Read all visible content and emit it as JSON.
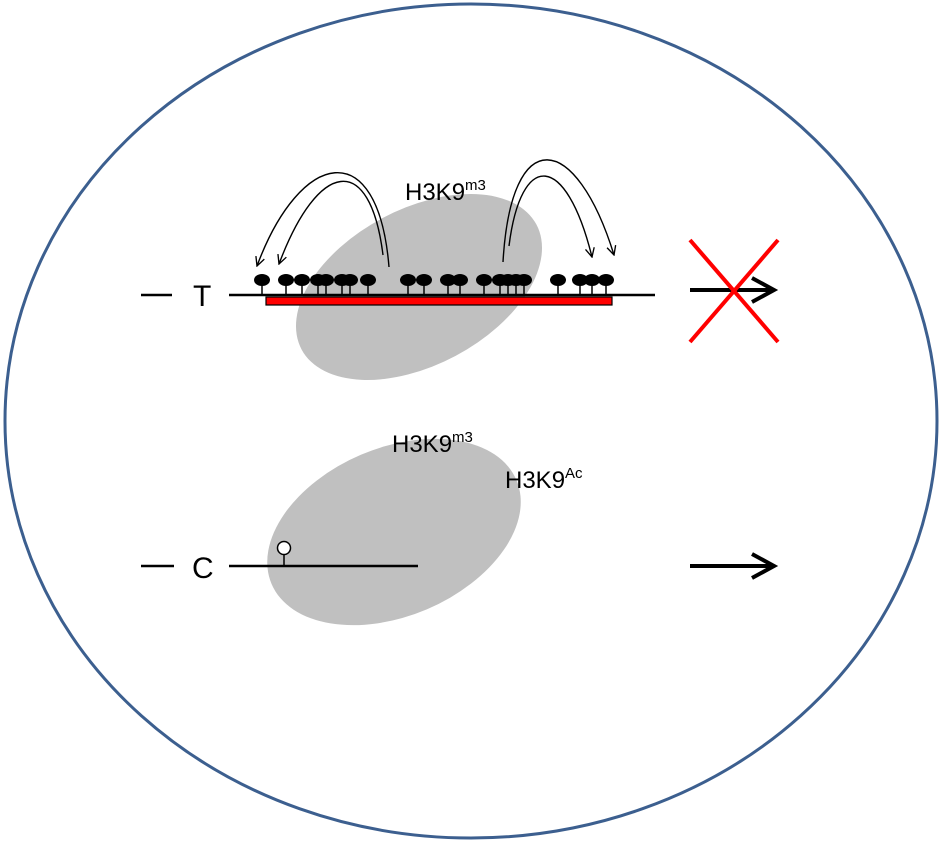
{
  "colors": {
    "cell_border": "#3c5f8f",
    "domain_fill": "#c0c0c0",
    "gene_bar": "#ff0000",
    "cross": "#ff0000",
    "line": "#000000"
  },
  "top_locus": {
    "label": "T",
    "mark_label": {
      "base": "H3K9",
      "sup": "m3"
    },
    "methylation": "filled",
    "transcription": "blocked"
  },
  "bottom_locus": {
    "label": "C",
    "mark_label": {
      "base": "H3K9",
      "sup": "m3"
    },
    "mark_label_2": {
      "base": "H3K9",
      "sup": "Ac"
    },
    "methylation": "open",
    "transcription": "active"
  }
}
